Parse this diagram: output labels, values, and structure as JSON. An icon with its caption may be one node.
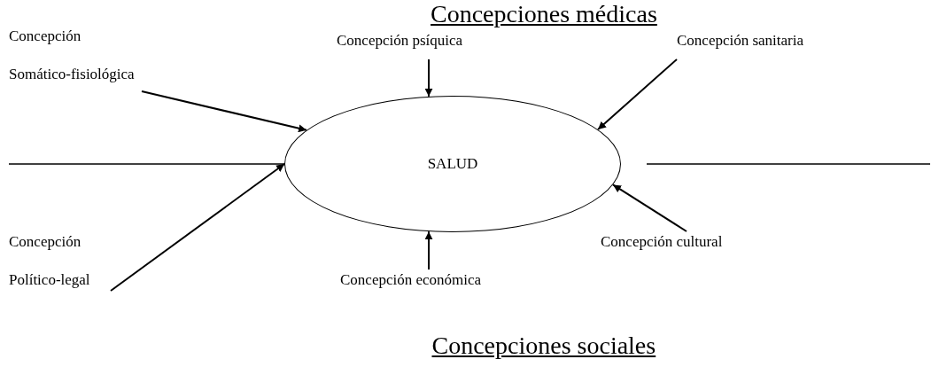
{
  "diagram": {
    "nodes": [
      {
        "text": [
          "SALUD"
        ]
      },
      {
        "text": [
          "Concepción Somático-fisiológica"
        ]
      },
      {
        "text": [
          "Concepción psíquica"
        ]
      },
      {
        "text": [
          "Concepción sanitaria"
        ]
      },
      {
        "text": [
          "Concepción Político-legal"
        ]
      },
      {
        "text": [
          "Concepción económica"
        ]
      },
      {
        "text": [
          "Concepción cultural"
        ]
      }
    ],
    "edges": [
      {
        "from": 1,
        "to": 0,
        "arrow": "to"
      },
      {
        "from": 2,
        "to": 0,
        "arrow": "to"
      },
      {
        "from": 3,
        "to": 0,
        "arrow": "to"
      },
      {
        "from": 4,
        "to": 0,
        "arrow": "to"
      },
      {
        "from": 5,
        "to": 0,
        "arrow": "to"
      },
      {
        "from": 6,
        "to": 0,
        "arrow": "to"
      }
    ],
    "labels": [
      "Concepciones médicas",
      "Concepciones sociales"
    ]
  }
}
